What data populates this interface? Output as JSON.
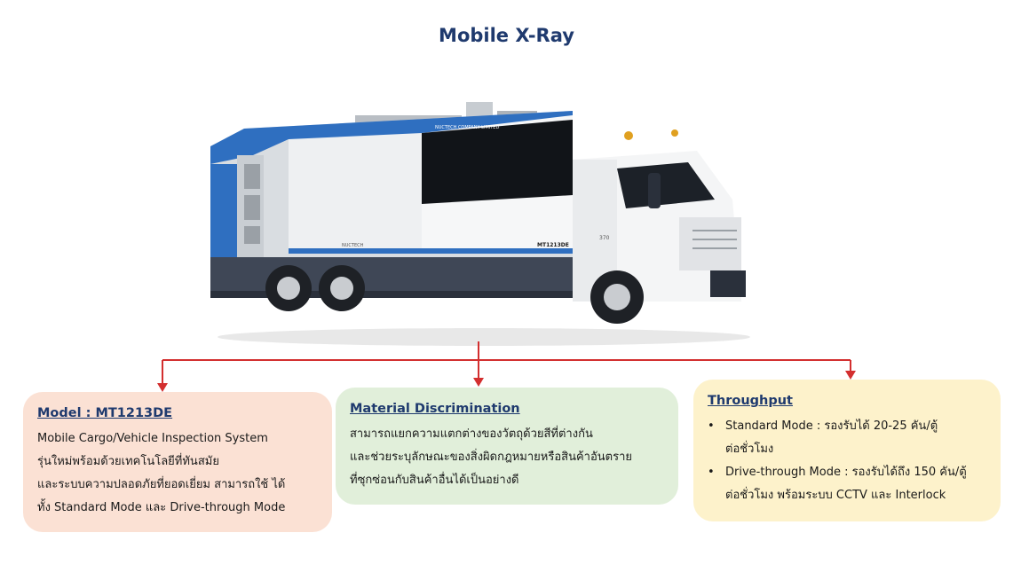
{
  "page": {
    "title": "Mobile X-Ray"
  },
  "truck": {
    "company_text": "NUCTECH COMPANY LIMITED",
    "model_plate": "MT1213DE",
    "brand_text": "NUCTECH",
    "cab_number": "370"
  },
  "cards": {
    "model": {
      "heading": "Model : MT1213DE",
      "lines": [
        "Mobile Cargo/Vehicle Inspection System",
        "รุ่นใหม่พร้อมด้วยเทคโนโลยีที่ทันสมัย",
        "และระบบความปลอดภัยที่ยอดเยี่ยม สามารถใช้ ได้",
        "ทั้ง Standard Mode และ Drive-through Mode"
      ]
    },
    "material": {
      "heading": "Material Discrimination",
      "lines": [
        "สามารถแยกความแตกต่างของวัตถุด้วยสีที่ต่างกัน",
        "และช่วยระบุลักษณะของสิ่งผิดกฎหมายหรือสินค้าอันตราย",
        "ที่ซุกซ่อนกับสินค้าอื่นได้เป็นอย่างดี"
      ]
    },
    "throughput": {
      "heading": "Throughput",
      "bullet": "•",
      "items": [
        {
          "line1": "Standard Mode : รองรับได้ 20-25 คัน/ตู้",
          "line2": "ต่อชั่วโมง"
        },
        {
          "line1": "Drive-through Mode : รองรับได้ถึง 150 คัน/ตู้",
          "line2": "ต่อชั่วโมง พร้อมระบบ CCTV และ Interlock"
        }
      ]
    }
  },
  "colors": {
    "title": "#1f3a6e",
    "connector": "#d32f2f",
    "card_model": "#fbe1d4",
    "card_material": "#e1efda",
    "card_throughput": "#fdf2cb",
    "truck_blue": "#2f6fc0"
  }
}
